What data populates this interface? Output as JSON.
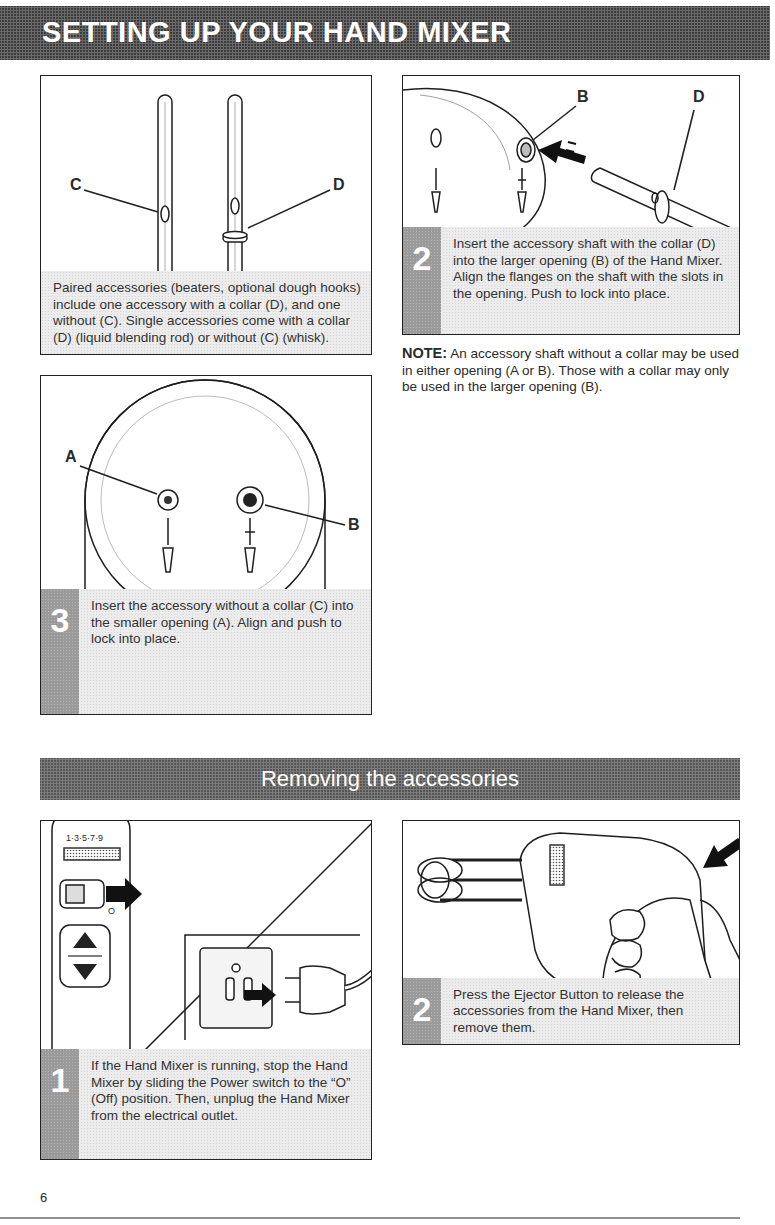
{
  "diagram": {
    "title": "SETTING UP YOUR HAND MIXER",
    "nodes": [
      {
        "text": [
          "Paired accessories (beaters, optional dough hooks) include one accessory with a collar (D), and one without (C). Single accessories come with a collar (D) (liquid blending rod) or without (C) (whisk)."
        ]
      },
      {
        "text": [
          "2",
          "Insert the accessory shaft with the collar (D) into the larger opening (B) of the Hand Mixer. Align the flanges on the shaft with the slots in the opening. Push to lock into place."
        ]
      },
      {
        "text": [
          "3",
          "Insert the accessory without a collar (C) into the smaller opening (A). Align and push to lock into place."
        ]
      },
      {
        "text": [
          "Removing the accessories"
        ]
      },
      {
        "text": [
          "1",
          "If the Hand Mixer is running, stop the Hand Mixer by sliding the Power switch to the “O” (Off) position. Then, unplug the Hand Mixer from the electrical outlet."
        ]
      },
      {
        "text": [
          "2",
          "Press the Ejector Button to release the accessories from the Hand Mixer, then remove them."
        ]
      }
    ],
    "labels": [
      "C",
      "D",
      "B",
      "D",
      "A",
      "B",
      "NOTE:",
      "An accessory shaft without a collar may be used in either opening (A or B). Those with a collar may only be used in the larger opening (B).",
      "1·3·5·7·9",
      "O",
      "6"
    ]
  }
}
